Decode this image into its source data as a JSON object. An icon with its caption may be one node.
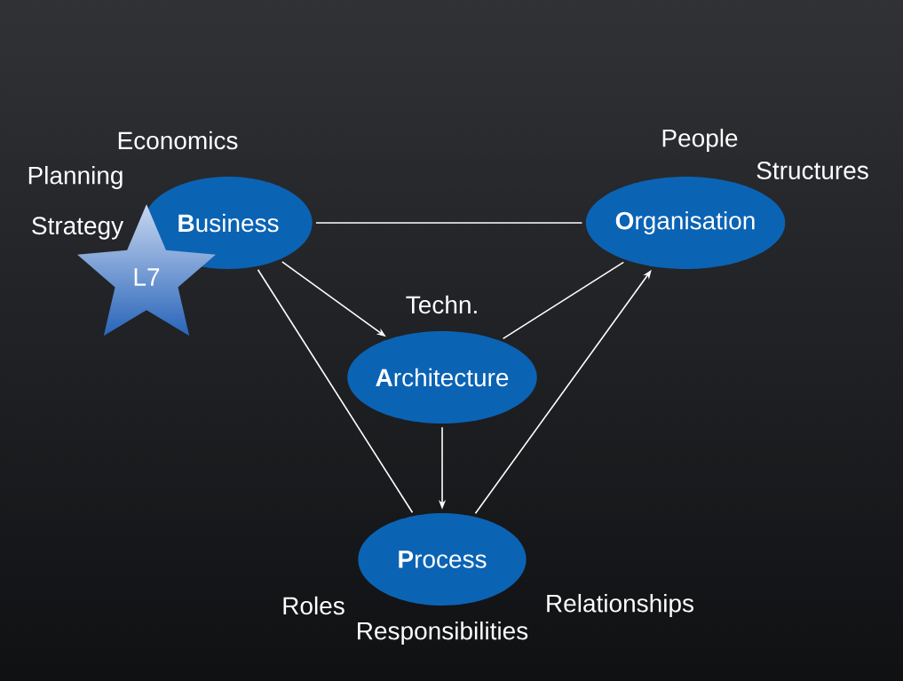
{
  "diagram": {
    "nodes": [
      {
        "text": [
          "**B**usiness"
        ],
        "beside": [
          "Economics",
          "Planning",
          "Strategy"
        ]
      },
      {
        "text": [
          "**O**rganisation"
        ],
        "beside": [
          "People",
          "Structures"
        ]
      },
      {
        "text": [
          "L7"
        ]
      },
      {
        "text": [
          "**A**rchitecture"
        ],
        "beside": [
          "Techn."
        ]
      },
      {
        "text": [
          "**P**rocess"
        ],
        "beside": [
          "Roles",
          "Responsibilities",
          "Relationships"
        ]
      }
    ],
    "edges": [
      {
        "from": 0,
        "to": 1,
        "arrow": "none"
      },
      {
        "from": 0,
        "to": 3,
        "arrow": "to"
      },
      {
        "from": 0,
        "to": 4,
        "arrow": "none"
      },
      {
        "from": 3,
        "to": 1,
        "arrow": "none"
      },
      {
        "from": 3,
        "to": 4,
        "arrow": "to"
      },
      {
        "from": 4,
        "to": 1,
        "arrow": "to"
      }
    ]
  }
}
